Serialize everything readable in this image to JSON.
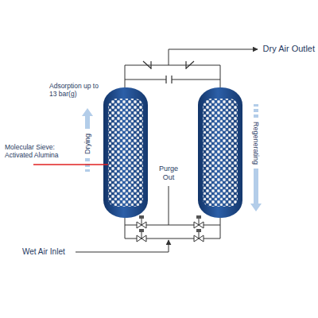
{
  "diagram": {
    "labels": [
      "Dry Air Outlet",
      "Adsorption up to 13 bar(g)",
      "Molecular Sieve: Activated Alumina",
      "Drying",
      "Regenerating",
      "Purge Out",
      "Wet Air Inlet"
    ]
  }
}
